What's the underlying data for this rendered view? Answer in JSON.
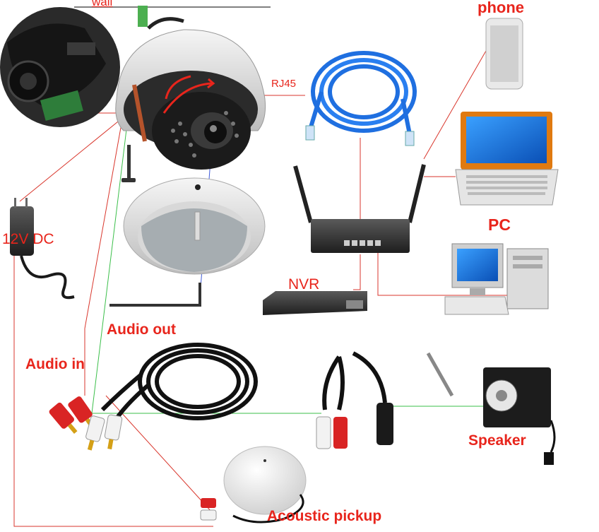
{
  "labels": {
    "wall": "wall",
    "phone": "phone",
    "rj45": "RJ45",
    "pc": "PC",
    "dc": "12V DC",
    "nvr": "NVR",
    "audio_out": "Audio out",
    "audio_in": "Audio in",
    "speaker": "Speaker",
    "pickup": "Acoustic pickup"
  },
  "colors": {
    "label": "#e8251c",
    "red_wire": "#d9362c",
    "green_wire": "#3bbf4a",
    "blue_wire": "#3f5ad8",
    "ethernet": "#1f6fe0"
  }
}
